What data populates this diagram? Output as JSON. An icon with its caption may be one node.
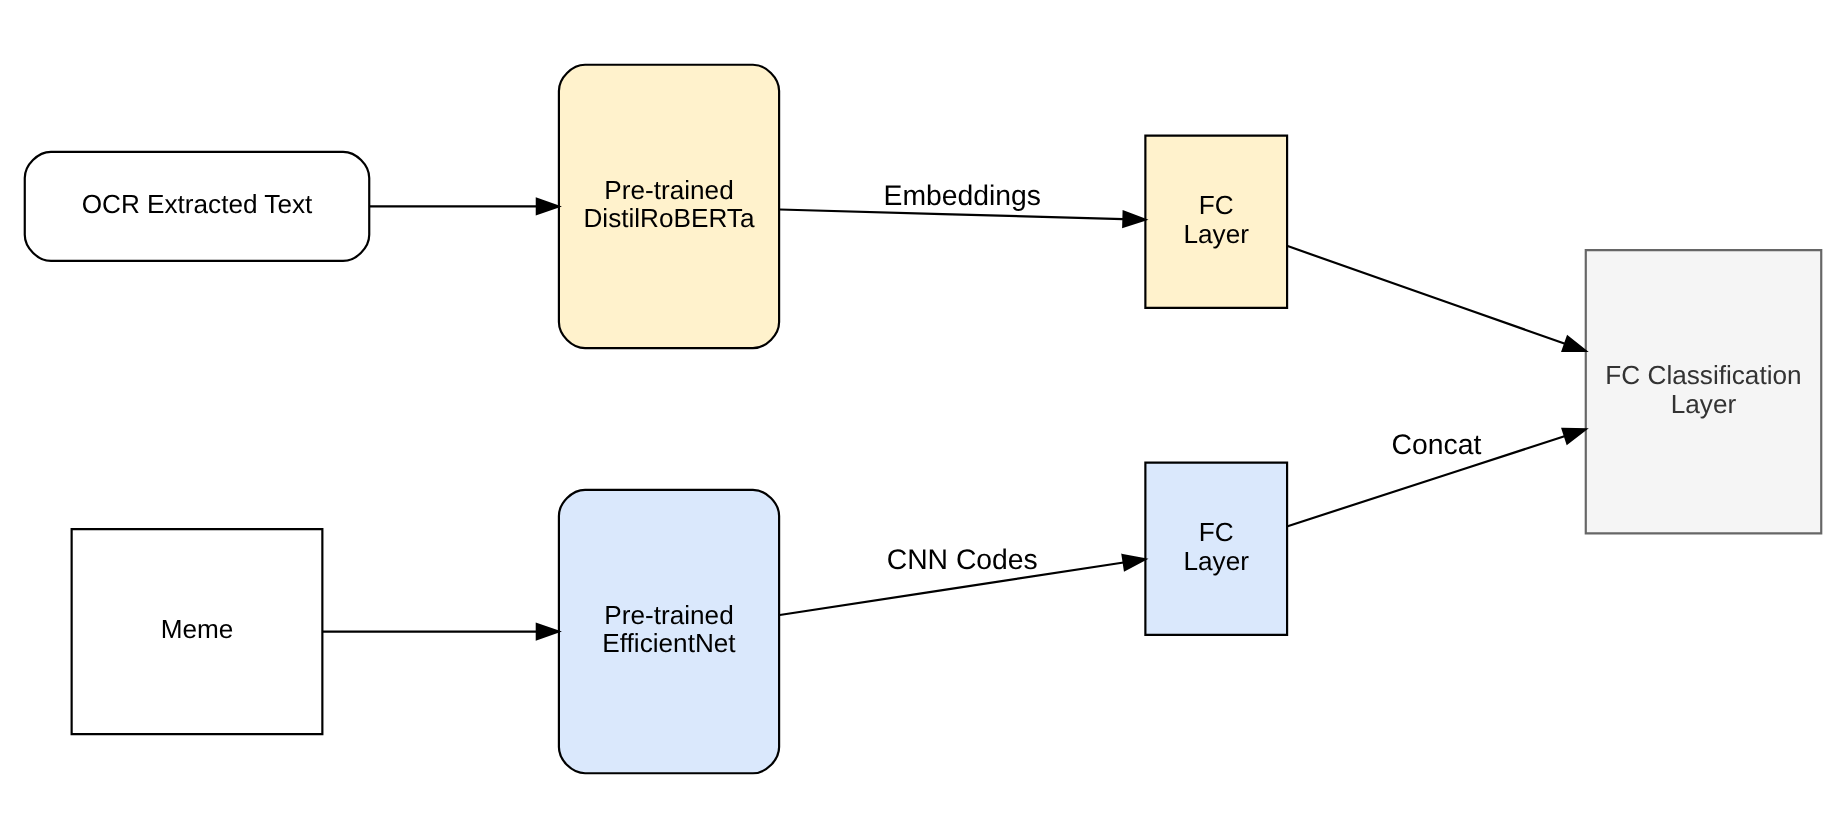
{
  "diagram": {
    "nodes": [
      {
        "text": [
          "OCR Extracted Text"
        ]
      },
      {
        "text": [
          "Pre-trained DistilRoBERTa"
        ]
      },
      {
        "text": [
          "FC Layer"
        ]
      },
      {
        "text": [
          "Meme"
        ]
      },
      {
        "text": [
          "Pre-trained EfficientNet"
        ]
      },
      {
        "text": [
          "FC Layer"
        ]
      },
      {
        "text": [
          "FC Classification Layer"
        ]
      }
    ],
    "edges": [
      {
        "from": 0,
        "to": 1,
        "arrow": "to"
      },
      {
        "from": 1,
        "to": 2,
        "arrow": "to",
        "label": "Embeddings"
      },
      {
        "from": 3,
        "to": 4,
        "arrow": "to"
      },
      {
        "from": 4,
        "to": 5,
        "arrow": "to",
        "label": "CNN Codes"
      },
      {
        "from": 2,
        "to": 6,
        "arrow": "to"
      },
      {
        "from": 5,
        "to": 6,
        "arrow": "to",
        "label": "Concat"
      }
    ]
  }
}
